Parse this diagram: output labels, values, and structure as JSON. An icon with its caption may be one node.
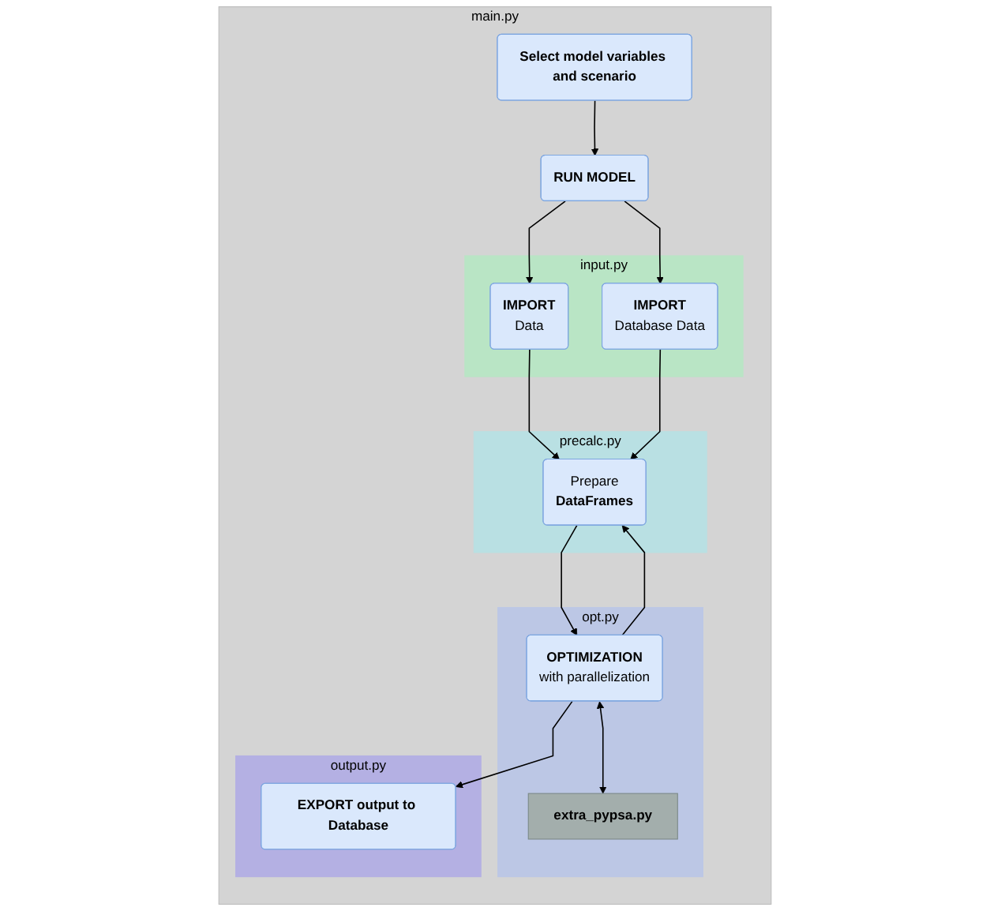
{
  "diagram": {
    "nodes": [
      {
        "text": [
          "main.py"
        ]
      },
      {
        "text": [
          "Select model variables and scenario"
        ],
        "in": 0
      },
      {
        "text": [
          "RUN MODEL"
        ],
        "in": 0
      },
      {
        "text": [
          "input.py"
        ],
        "in": 0
      },
      {
        "text": [
          "IMPORT",
          "Data"
        ],
        "in": 3
      },
      {
        "text": [
          "IMPORT",
          "Database Data"
        ],
        "in": 3
      },
      {
        "text": [
          "precalc.py"
        ],
        "in": 0
      },
      {
        "text": [
          "Prepare",
          "DataFrames"
        ],
        "in": 6
      },
      {
        "text": [
          "opt.py"
        ],
        "in": 0
      },
      {
        "text": [
          "OPTIMIZATION",
          "with parallelization"
        ],
        "in": 8
      },
      {
        "text": [
          "extra_pypsa.py"
        ],
        "in": 8
      },
      {
        "text": [
          "output.py"
        ],
        "in": 0
      },
      {
        "text": [
          "EXPORT output to Database"
        ],
        "in": 11
      }
    ],
    "edges": [
      {
        "from": 1,
        "to": 2,
        "arrow": "to"
      },
      {
        "from": 2,
        "to": 4,
        "arrow": "to"
      },
      {
        "from": 2,
        "to": 5,
        "arrow": "to"
      },
      {
        "from": 4,
        "to": 7,
        "arrow": "to"
      },
      {
        "from": 5,
        "to": 7,
        "arrow": "to"
      },
      {
        "from": 7,
        "to": 9,
        "arrow": "to"
      },
      {
        "from": 9,
        "to": 7,
        "arrow": "to"
      },
      {
        "from": 9,
        "to": 10,
        "arrow": "both"
      },
      {
        "from": 9,
        "to": 12,
        "arrow": "to"
      }
    ]
  }
}
